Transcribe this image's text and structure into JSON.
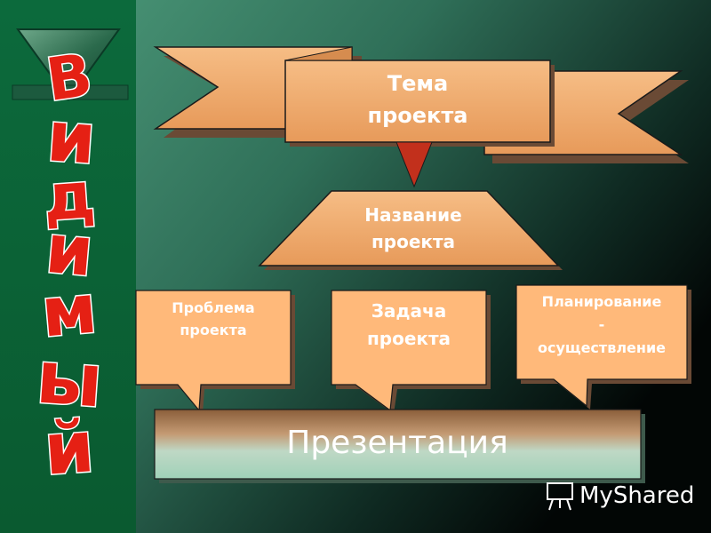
{
  "side_word": [
    "В",
    "и",
    "д",
    "и",
    "м",
    "ы",
    "й"
  ],
  "topic": [
    "Тема",
    "проекта"
  ],
  "name": [
    "Название",
    "проекта"
  ],
  "problem": [
    "Проблема",
    "проекта"
  ],
  "task": [
    "Задача",
    "проекта"
  ],
  "planning": [
    "Планирование",
    "-",
    "осуществление"
  ],
  "presentation": "Презентация",
  "watermark": "MyShared",
  "colors": {
    "shape_fill": "#f3ad6e",
    "bubble_fill": "#ffb97a",
    "pointer_red": "#c2301c",
    "side_letter": "#e52014",
    "background_teal": "#5a9a7f"
  }
}
